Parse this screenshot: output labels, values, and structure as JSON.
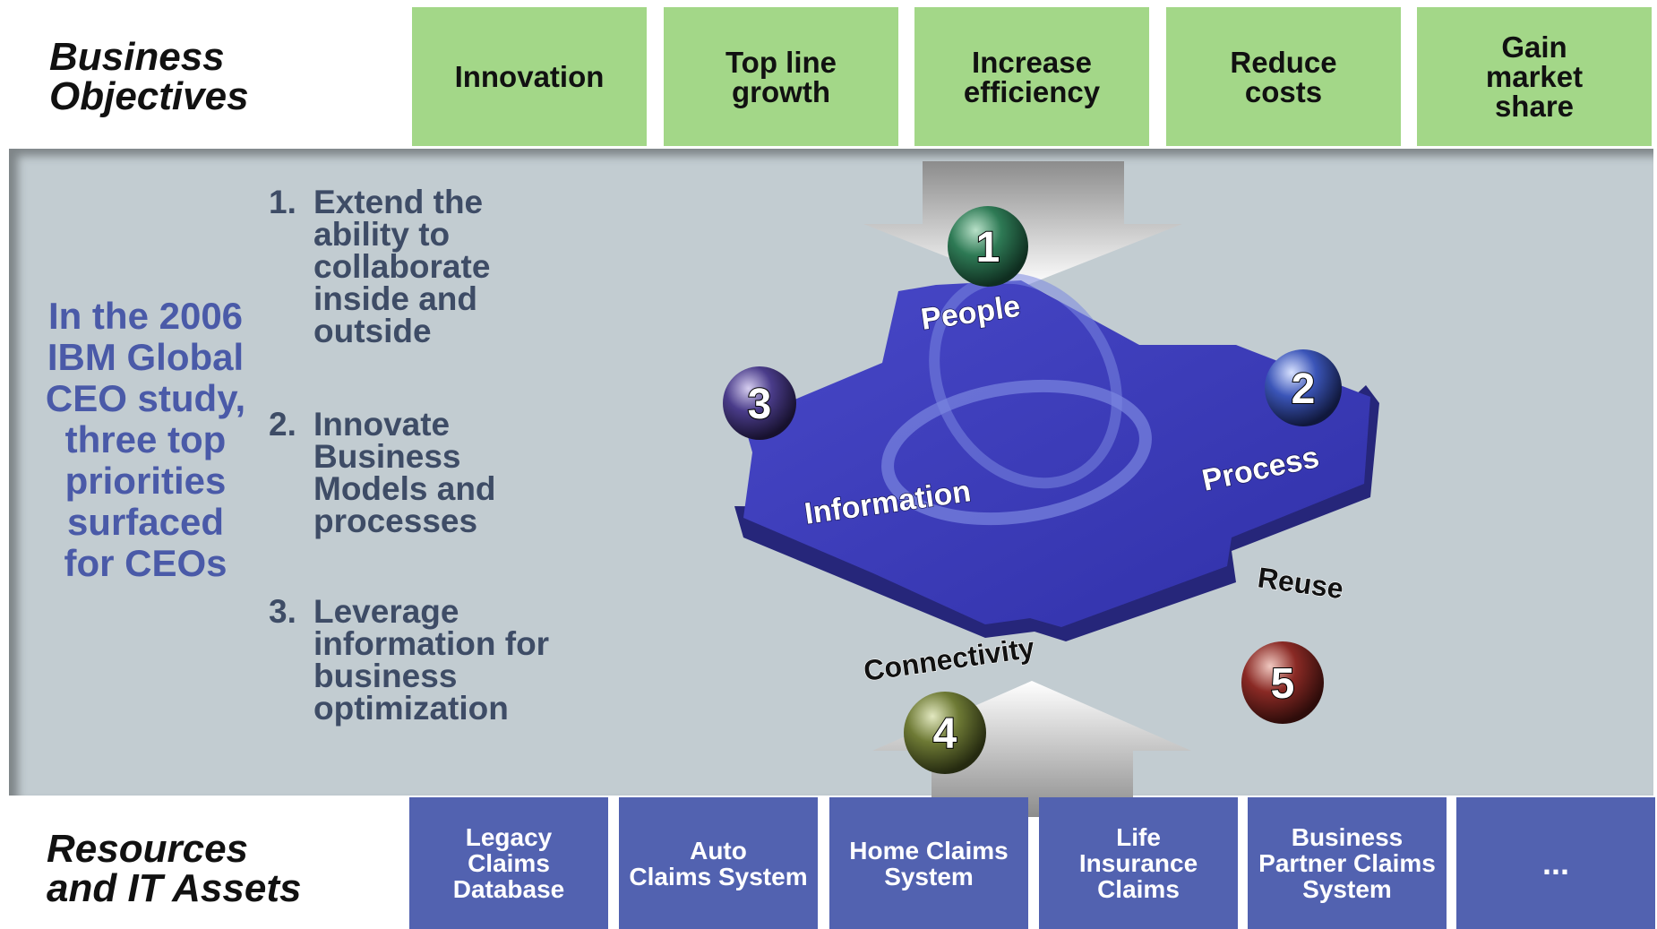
{
  "header": {
    "title": "Business\nObjectives"
  },
  "objectives": [
    "Innovation",
    "Top line\ngrowth",
    "Increase\nefficiency",
    "Reduce\ncosts",
    "Gain\nmarket\nshare"
  ],
  "intro_text": "In the 2006\nIBM Global\nCEO study,\nthree top\npriorities\nsurfaced\nfor CEOs",
  "priorities": [
    {
      "num": "1.",
      "text": "Extend the\nability to\ncollaborate\ninside and\noutside"
    },
    {
      "num": "2.",
      "text": "Innovate\nBusiness\nModels and\nprocesses"
    },
    {
      "num": "3.",
      "text": "Leverage\ninformation for\nbusiness\noptimization"
    }
  ],
  "puzzle": {
    "people": "People",
    "process": "Process",
    "information": "Information",
    "reuse": "Reuse",
    "connectivity": "Connectivity"
  },
  "balls": [
    {
      "label": "1",
      "color": "#2e7a55"
    },
    {
      "label": "2",
      "color": "#3b55b8"
    },
    {
      "label": "3",
      "color": "#4a3c8a"
    },
    {
      "label": "4",
      "color": "#6e7a35"
    },
    {
      "label": "5",
      "color": "#8a2a25"
    }
  ],
  "footer": {
    "title": "Resources\nand IT Assets"
  },
  "resources": [
    "Legacy\nClaims\nDatabase",
    "Auto\nClaims System",
    "Home Claims\nSystem",
    "Life\nInsurance\nClaims",
    "Business\nPartner Claims\nSystem",
    "..."
  ],
  "colors": {
    "objective_bg": "#a3d788",
    "resource_bg": "#5262b0",
    "panel_bg": "#c2ccd1",
    "puzzle": "#3a3ab0",
    "intro_text": "#4a5aa8"
  }
}
